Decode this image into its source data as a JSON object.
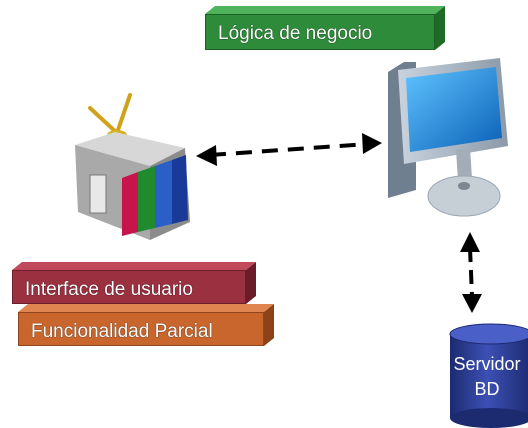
{
  "labels": {
    "business_logic": "Lógica de negocio",
    "user_interface": "Interface de usuario",
    "partial_functionality": "Funcionalidad Parcial",
    "db_line1": "Servidor",
    "db_line2": "BD"
  },
  "colors": {
    "green_box": "#2e8b3a",
    "red_box": "#9b3040",
    "orange_box": "#c8662e",
    "db_blue": "#2a3a8f"
  },
  "icons": [
    "tv-client-icon",
    "computer-server-icon",
    "database-icon",
    "double-arrow-icon"
  ]
}
